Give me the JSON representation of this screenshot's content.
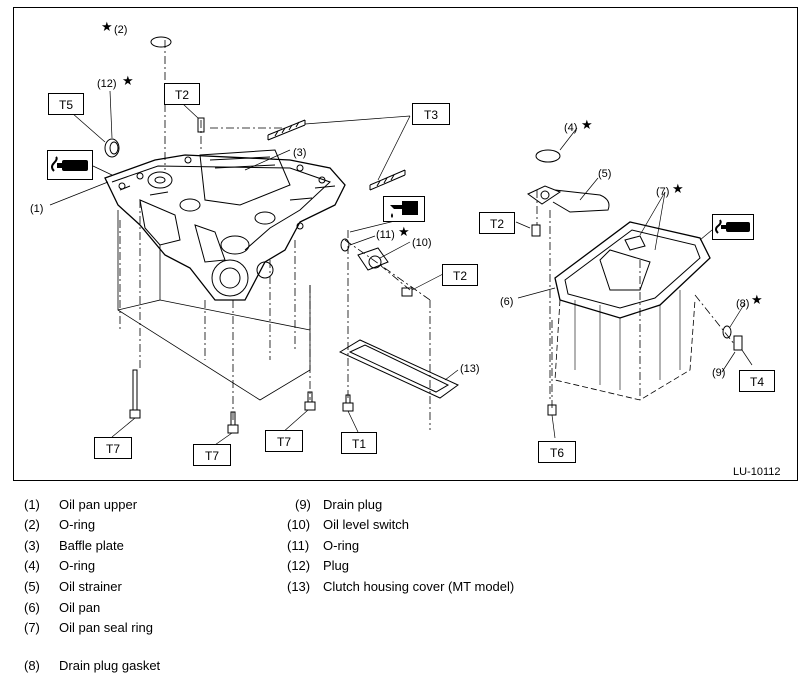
{
  "diagram": {
    "callouts": {
      "c1": "(1)",
      "c2": "(2)",
      "c3": "(3)",
      "c4": "(4)",
      "c5": "(5)",
      "c6": "(6)",
      "c7": "(7)",
      "c8": "(8)",
      "c9": "(9)",
      "c10": "(10)",
      "c11": "(11)",
      "c12": "(12)",
      "c13": "(13)"
    },
    "star": "★",
    "torque": {
      "t1": "T1",
      "t2a": "T2",
      "t2b": "T2",
      "t2c": "T2",
      "t3": "T3",
      "t4": "T4",
      "t5": "T5",
      "t6": "T6",
      "t7a": "T7",
      "t7b": "T7",
      "t7c": "T7"
    },
    "code": "LU-10112",
    "icons": {
      "sealant_left": "liquid-gasket-icon",
      "sealant_right": "liquid-gasket-icon",
      "oil": "engine-oil-icon"
    }
  },
  "legend": [
    {
      "num": "(1)",
      "text": "Oil pan upper"
    },
    {
      "num": "(2)",
      "text": "O-ring"
    },
    {
      "num": "(3)",
      "text": "Baffle plate"
    },
    {
      "num": "(4)",
      "text": "O-ring"
    },
    {
      "num": "(5)",
      "text": "Oil strainer"
    },
    {
      "num": "(6)",
      "text": "Oil pan"
    },
    {
      "num": "(7)",
      "text": "Oil pan seal ring"
    },
    {
      "num": "(8)",
      "text": "Drain plug gasket"
    },
    {
      "num": "(9)",
      "text": "Drain plug"
    },
    {
      "num": "(10)",
      "text": "Oil level switch"
    },
    {
      "num": "(11)",
      "text": "O-ring"
    },
    {
      "num": "(12)",
      "text": "Plug"
    },
    {
      "num": "(13)",
      "text": "Clutch housing cover (MT model)"
    }
  ]
}
